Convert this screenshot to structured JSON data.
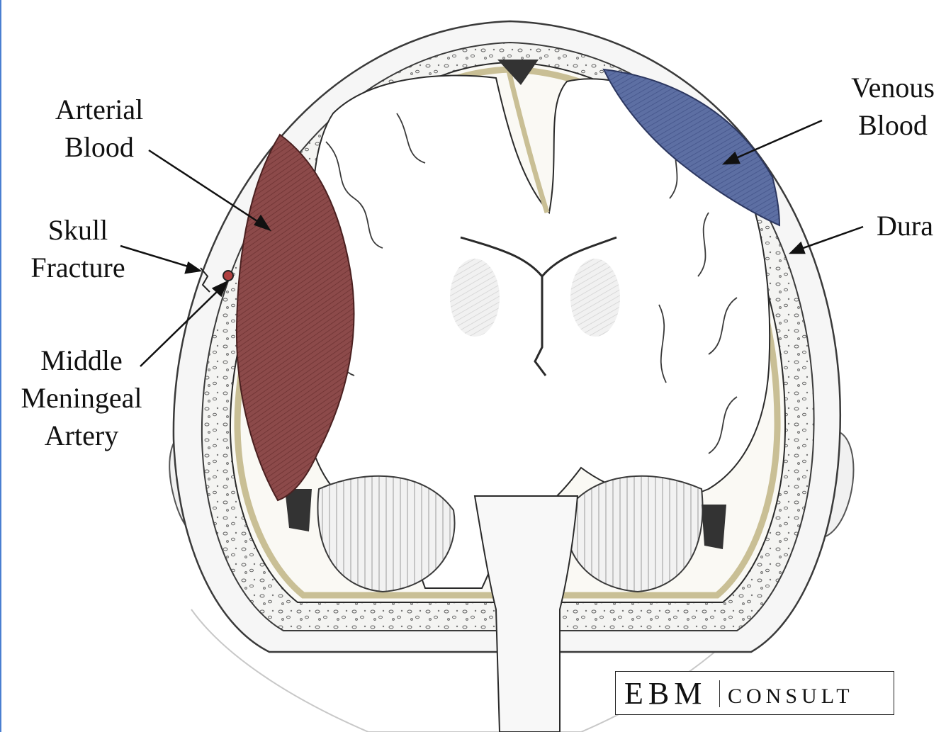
{
  "labels": {
    "arterial": [
      "Arterial",
      "Blood"
    ],
    "skull": [
      "Skull",
      "Fracture"
    ],
    "middle": [
      "Middle",
      "Meningeal",
      "Artery"
    ],
    "venous": [
      "Venous",
      "Blood"
    ],
    "dura": [
      "Dura"
    ]
  },
  "logo": {
    "brand": "EBM",
    "word": "CONSULT"
  },
  "colors": {
    "arterial_blood": "#8c4a4a",
    "venous_blood": "#5d6fa3",
    "dura": "#c9bf95",
    "outline": "#2a2a2a",
    "bone": "#f3f3f1"
  }
}
